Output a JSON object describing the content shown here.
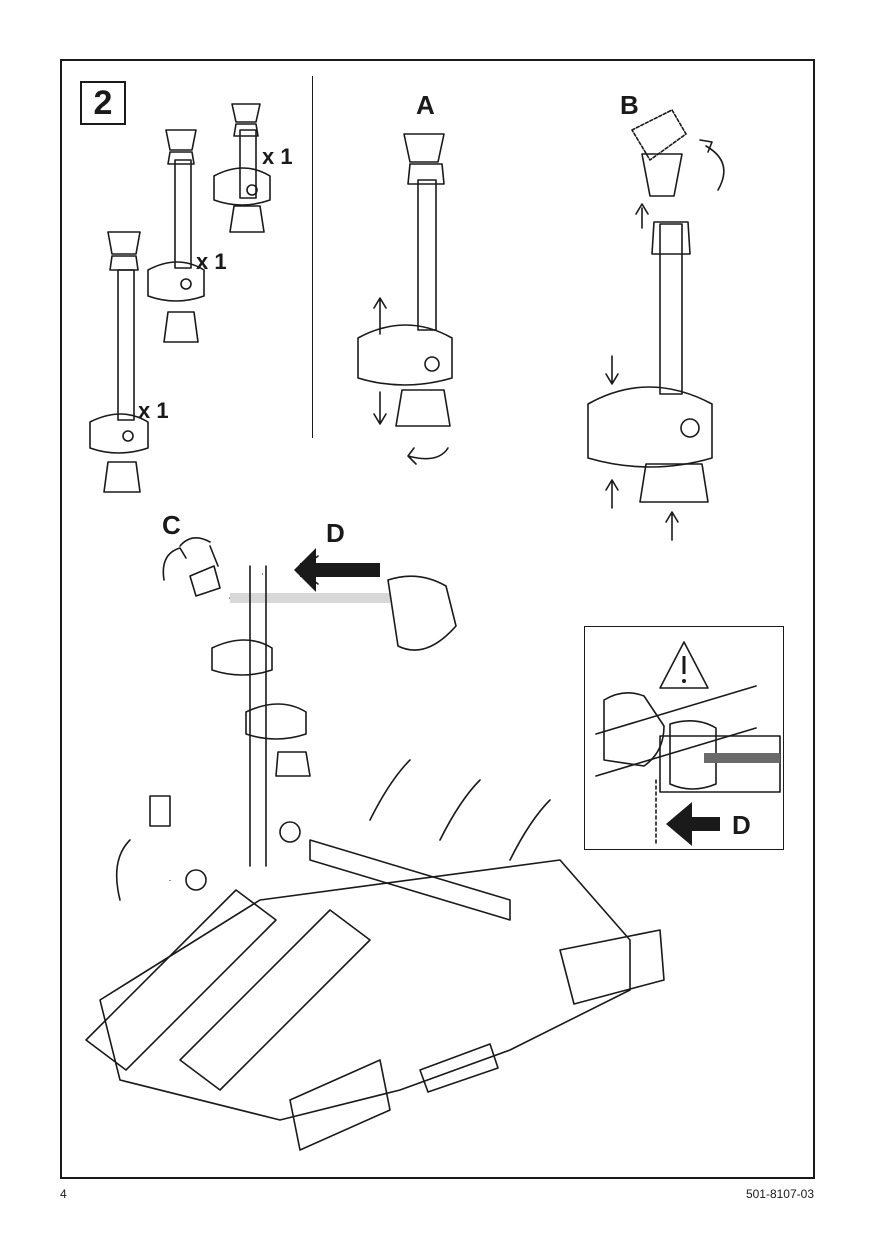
{
  "step": {
    "number": "2"
  },
  "labels": {
    "a": "A",
    "b": "B",
    "c": "C",
    "d": "D",
    "detail_d": "D"
  },
  "quantities": {
    "top": "x 1",
    "middle": "x 1",
    "bottom": "x 1"
  },
  "footer": {
    "page_number": "4",
    "document_number": "501-8107-03"
  },
  "colors": {
    "line": "#1a1a1a",
    "gray_part": "#7a7a7a",
    "dark_part": "#4a4a4a",
    "light_fill": "#e6e6e6"
  },
  "icons": {
    "warning": "warning-triangle-icon"
  }
}
